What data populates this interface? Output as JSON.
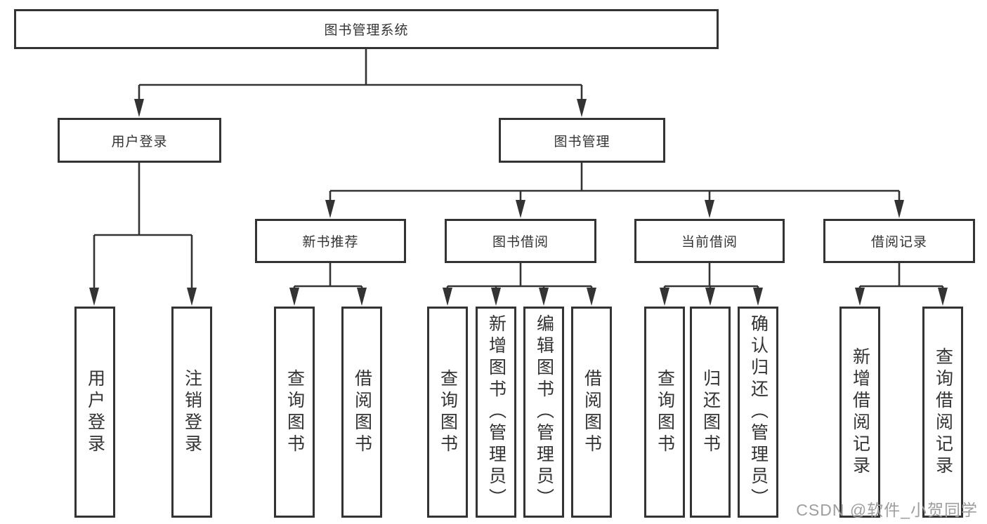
{
  "diagram_title": "图书管理系统",
  "watermark": "CSDN @软件_小贺同学",
  "colors": {
    "line": "#333333",
    "box_border": "#333333",
    "box_fill": "#ffffff",
    "text": "#333333",
    "watermark": "#9e9e9e",
    "background": "#ffffff"
  },
  "tree": {
    "root": {
      "label": "图书管理系统",
      "children": [
        {
          "label": "用户登录",
          "children": [
            {
              "label": "用户登录"
            },
            {
              "label": "注销登录"
            }
          ]
        },
        {
          "label": "图书管理",
          "children": [
            {
              "label": "新书推荐",
              "children": [
                {
                  "label": "查询图书"
                },
                {
                  "label": "借阅图书"
                }
              ]
            },
            {
              "label": "图书借阅",
              "children": [
                {
                  "label": "查询图书"
                },
                {
                  "label": "新增图书（管理员）"
                },
                {
                  "label": "编辑图书（管理员）"
                },
                {
                  "label": "借阅图书"
                }
              ]
            },
            {
              "label": "当前借阅",
              "children": [
                {
                  "label": "查询图书"
                },
                {
                  "label": "归还图书"
                },
                {
                  "label": "确认归还（管理员）"
                }
              ]
            },
            {
              "label": "借阅记录",
              "children": [
                {
                  "label": "新增借阅记录"
                },
                {
                  "label": "查询借阅记录"
                }
              ]
            }
          ]
        }
      ]
    }
  }
}
